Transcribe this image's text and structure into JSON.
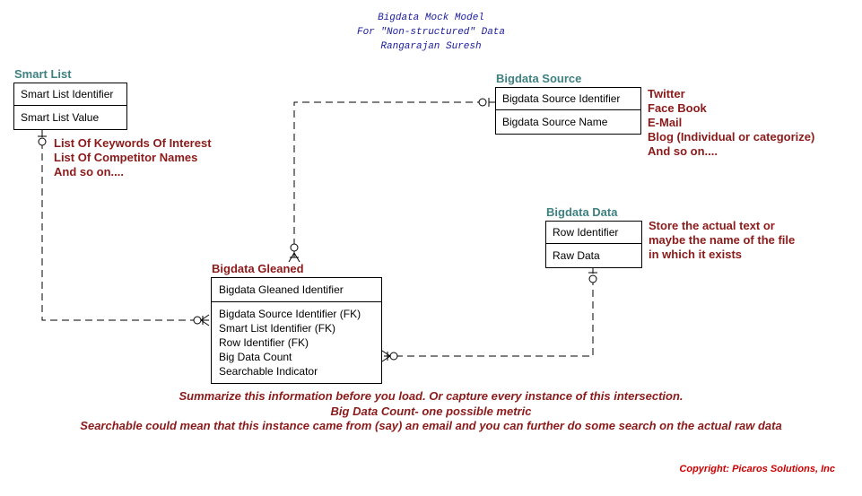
{
  "header": {
    "title": "Bigdata Mock Model",
    "subtitle": "For \"Non-structured\" Data",
    "author": "Rangarajan Suresh"
  },
  "entities": {
    "smart_list": {
      "name": "Smart List",
      "key_attrs": [
        "Smart List Identifier"
      ],
      "attrs": [
        "Smart List Value"
      ]
    },
    "bigdata_source": {
      "name": "Bigdata Source",
      "key_attrs": [
        "Bigdata Source Identifier"
      ],
      "attrs": [
        "Bigdata Source Name"
      ]
    },
    "bigdata_data": {
      "name": "Bigdata Data",
      "key_attrs": [
        "Row Identifier"
      ],
      "attrs": [
        "Raw Data"
      ]
    },
    "bigdata_gleaned": {
      "name": "Bigdata Gleaned",
      "key_attrs": [
        "Bigdata Gleaned Identifier"
      ],
      "attrs": [
        "Bigdata Source Identifier (FK)",
        "Smart List Identifier (FK)",
        "Row Identifier (FK)",
        "Big Data Count",
        "Searchable Indicator"
      ]
    }
  },
  "notes": {
    "smart_list": [
      "List Of Keywords Of Interest",
      "List Of Competitor Names",
      "And so on...."
    ],
    "bigdata_source": [
      "Twitter",
      "Face Book",
      "E-Mail",
      "Blog (Individual or categorize)",
      "And so on...."
    ],
    "bigdata_data": [
      "Store the actual text or",
      "maybe the name of the file",
      "in which it exists"
    ]
  },
  "summary": [
    "Summarize this information before you load. Or capture every instance of this intersection.",
    "Big Data Count- one possible metric",
    "Searchable could mean that this instance came from (say) an email and you can further do some search on the actual raw data"
  ],
  "copyright": "Copyright: Picaros Solutions, Inc"
}
